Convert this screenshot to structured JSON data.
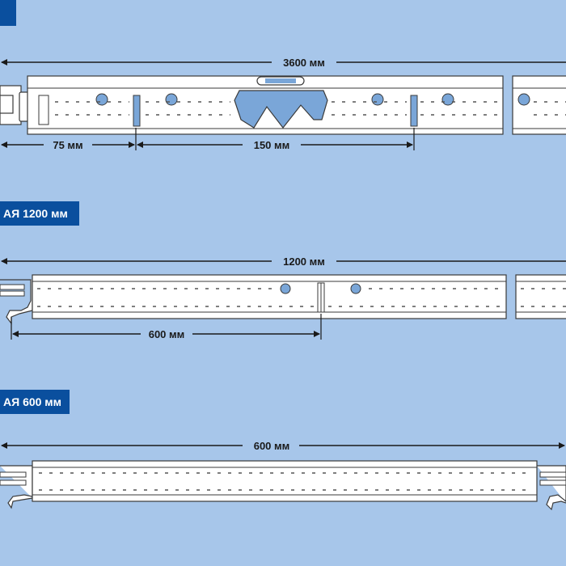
{
  "colors": {
    "background": "#a7c6ea",
    "label_bg": "#0a4f9e",
    "label_text": "#ffffff",
    "profile_fill": "#ffffff",
    "profile_stroke": "#3a3a3a",
    "hole_fill": "#7aa6d8",
    "dimension_line": "#1a1a1a"
  },
  "sections": [
    {
      "id": "main",
      "label": "",
      "total_dimension": "3600 мм",
      "dimensions": [
        "75 мм",
        "150 мм"
      ]
    },
    {
      "id": "cross-1200",
      "label": "АЯ 1200 мм",
      "total_dimension": "1200 мм",
      "dimensions": [
        "600 мм"
      ]
    },
    {
      "id": "cross-600",
      "label": "АЯ 600 мм",
      "total_dimension": "600 мм",
      "dimensions": []
    }
  ]
}
